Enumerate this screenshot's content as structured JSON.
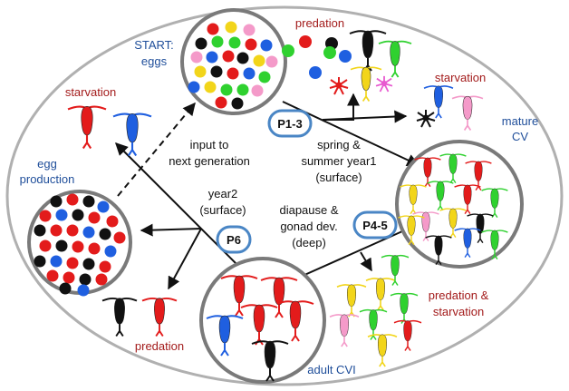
{
  "labels": {
    "start": "START:",
    "start_sub": "eggs",
    "predation_top": "predation",
    "starvation_left": "starvation",
    "starvation_right": "starvation",
    "mature_cv": "mature",
    "mature_cv_sub": "CV",
    "egg_production": "egg",
    "egg_production_sub": "production",
    "input_next_gen_1": "input to",
    "input_next_gen_2": "next generation",
    "spring_1": "spring &",
    "spring_2": "summer year1",
    "spring_3": "(surface)",
    "year2_1": "year2",
    "year2_2": "(surface)",
    "diapause_1": "diapause &",
    "diapause_2": "gonad dev.",
    "diapause_3": "(deep)",
    "predation_starvation_1": "predation &",
    "predation_starvation_2": "starvation",
    "predation_bottom": "predation",
    "adult_cvi": "adult CVI"
  },
  "pills": {
    "p13": "P1-3",
    "p45": "P4-5",
    "p6": "P6"
  },
  "colors": {
    "label_red": "#a31b1b",
    "label_blue": "#1f4e9a",
    "pill_border": "#4a86c5",
    "circle_border": "#7a7a7a",
    "ellipse_border": "#b0b0b0"
  }
}
